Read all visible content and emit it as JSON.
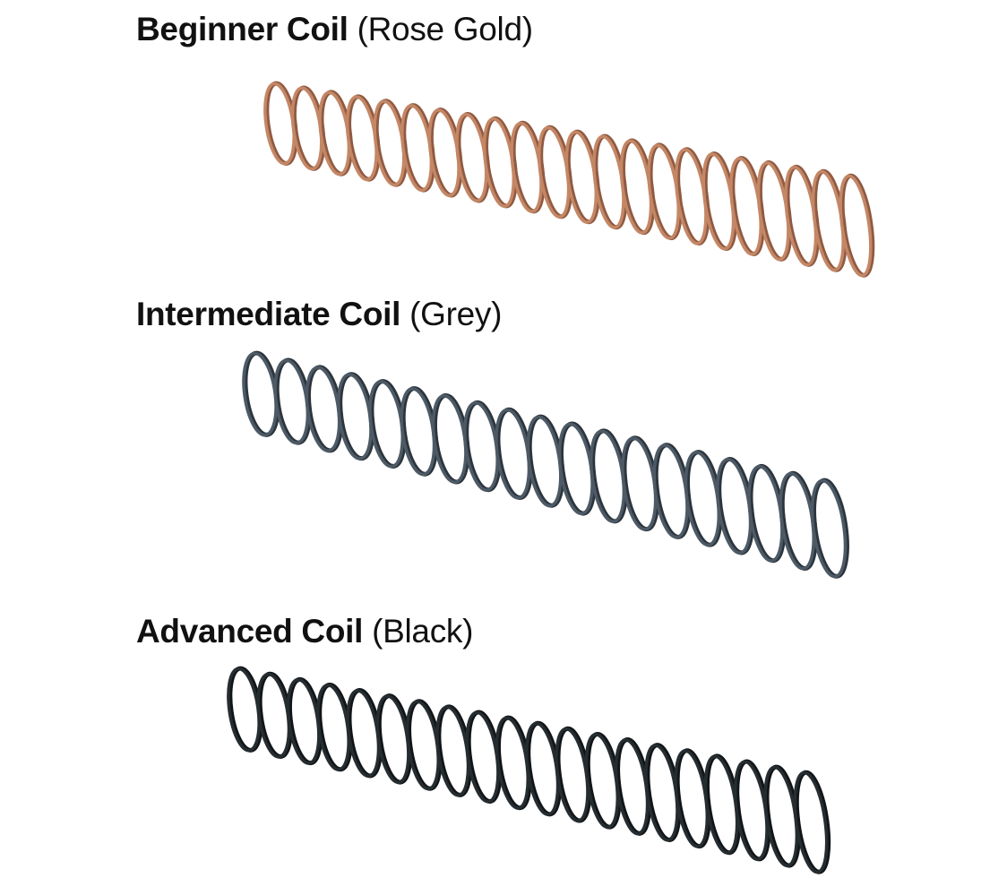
{
  "coils": [
    {
      "name": "Beginner Coil",
      "color_label": "(Rose Gold)",
      "color": "#c48766",
      "shade": "#8f5a42"
    },
    {
      "name": "Intermediate Coil",
      "color_label": "(Grey)",
      "color": "#4d5a66",
      "shade": "#2c343c"
    },
    {
      "name": "Advanced Coil",
      "color_label": "(Black)",
      "color": "#262d31",
      "shade": "#111518"
    }
  ]
}
